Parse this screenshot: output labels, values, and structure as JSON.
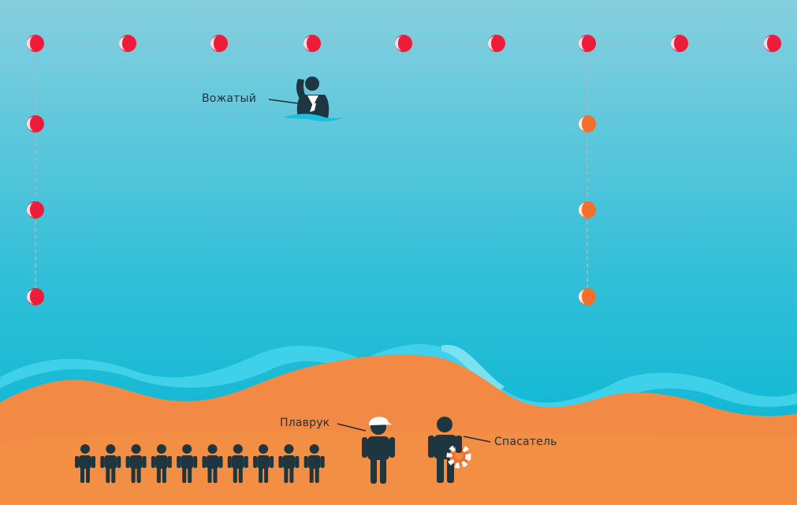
{
  "labels": {
    "counselor": "Вожатый",
    "swim_instructor": "Плаврук",
    "lifeguard": "Спасатель"
  },
  "colors": {
    "sea_top": "#86cfdf",
    "sea_bottom": "#00b5d2",
    "sand": "#f28a45",
    "wave_light": "#39cfe9",
    "buoy_red": "#ee1c3b",
    "buoy_orange": "#f2702b",
    "figure": "#1e3640",
    "rope": "#a8b8bf"
  },
  "children_count": 10,
  "buoys": {
    "top_row": 9,
    "left_column": 3,
    "right_column": 3
  }
}
